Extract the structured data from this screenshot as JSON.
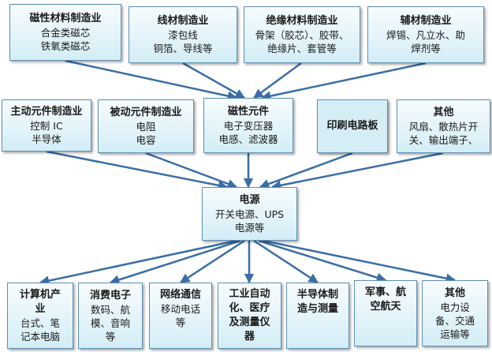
{
  "row1": [
    {
      "title": "磁性材料制造业",
      "lines": [
        "合金类磁芯",
        "铁氧类磁芯"
      ]
    },
    {
      "title": "线材制造业",
      "lines": [
        "漆包线",
        "铜箔、导线等"
      ]
    },
    {
      "title": "绝缘材料制造业",
      "lines": [
        "骨架（胶芯）、胶带、",
        "绝缘片、套管等"
      ]
    },
    {
      "title": "辅材制造业",
      "lines": [
        "焊锡、凡立水、助",
        "焊剂等"
      ]
    }
  ],
  "row2": [
    {
      "title": "主动元件制造业",
      "lines": [
        "控制 IC",
        "半导体"
      ]
    },
    {
      "title": "被动元件制造业",
      "lines": [
        "电阻",
        "电容"
      ]
    },
    {
      "title": "磁性元件",
      "lines": [
        "电子变压器",
        "电感、滤波器"
      ]
    },
    {
      "title": "印刷电路板",
      "lines": []
    },
    {
      "title": "其他",
      "lines": [
        "风扇、散热片开",
        "关、输出端子、"
      ]
    }
  ],
  "center": {
    "title": "电源",
    "lines": [
      "开关电源、UPS",
      "电源等"
    ]
  },
  "row3": [
    {
      "title": "计算机产",
      "lines_bold": [
        "业"
      ],
      "lines": [
        "台式、笔",
        "记本电脑"
      ]
    },
    {
      "title": "消费电子",
      "lines": [
        "数码、航",
        "模、音响",
        "等"
      ]
    },
    {
      "title": "网络通信",
      "lines": [
        "移动电话",
        "等"
      ]
    },
    {
      "title": "工业自动",
      "lines_bold": [
        "化、医疗",
        "及测量仪",
        "器"
      ],
      "lines": []
    },
    {
      "title": "半导体制",
      "lines_bold": [
        "造与测量"
      ],
      "lines": []
    },
    {
      "title": "军事、航",
      "lines_bold": [
        "空航天"
      ],
      "lines": []
    },
    {
      "title": "其他",
      "lines": [
        "电力设",
        "备、交通",
        "运输等"
      ]
    }
  ],
  "colors": {
    "arrow": "#3a6ea5",
    "border": "#5f8fb3",
    "fill": "#d3edf6"
  }
}
